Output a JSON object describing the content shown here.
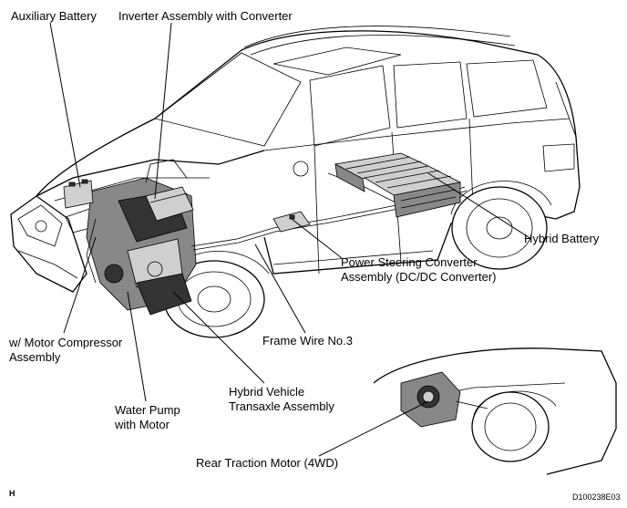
{
  "labels": {
    "auxiliary_battery": "Auxiliary Battery",
    "inverter_assembly": "Inverter Assembly with Converter",
    "hybrid_battery": "Hybrid Battery",
    "power_steering_line1": "Power Steering Converter",
    "power_steering_line2": "Assembly (DC/DC Converter)",
    "frame_wire": "Frame Wire No.3",
    "motor_compressor_line1": "w/ Motor Compressor",
    "motor_compressor_line2": "Assembly",
    "hybrid_transaxle_line1": "Hybrid Vehicle",
    "hybrid_transaxle_line2": "Transaxle Assembly",
    "water_pump_line1": "Water Pump",
    "water_pump_line2": "with Motor",
    "rear_traction_motor": "Rear Traction Motor (4WD)",
    "corner_letter": "H",
    "figure_code": "D100238E03"
  }
}
